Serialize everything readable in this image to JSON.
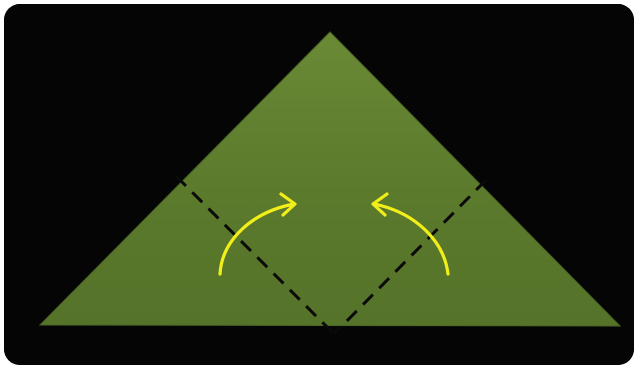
{
  "image": {
    "description_icon": "origami-fold-diagram",
    "colors": {
      "background": "#060505",
      "paper": "#5b7a2c",
      "paper_highlight": "#6a8a36",
      "paper_shadow": "#4a6624",
      "fold_lines": "#0a0a0a",
      "arrows": "#f2ee1a"
    },
    "fold_lines": [
      "left-valley-fold",
      "right-valley-fold"
    ],
    "arrows": [
      "left-fold-up-arrow",
      "right-fold-up-arrow"
    ]
  }
}
